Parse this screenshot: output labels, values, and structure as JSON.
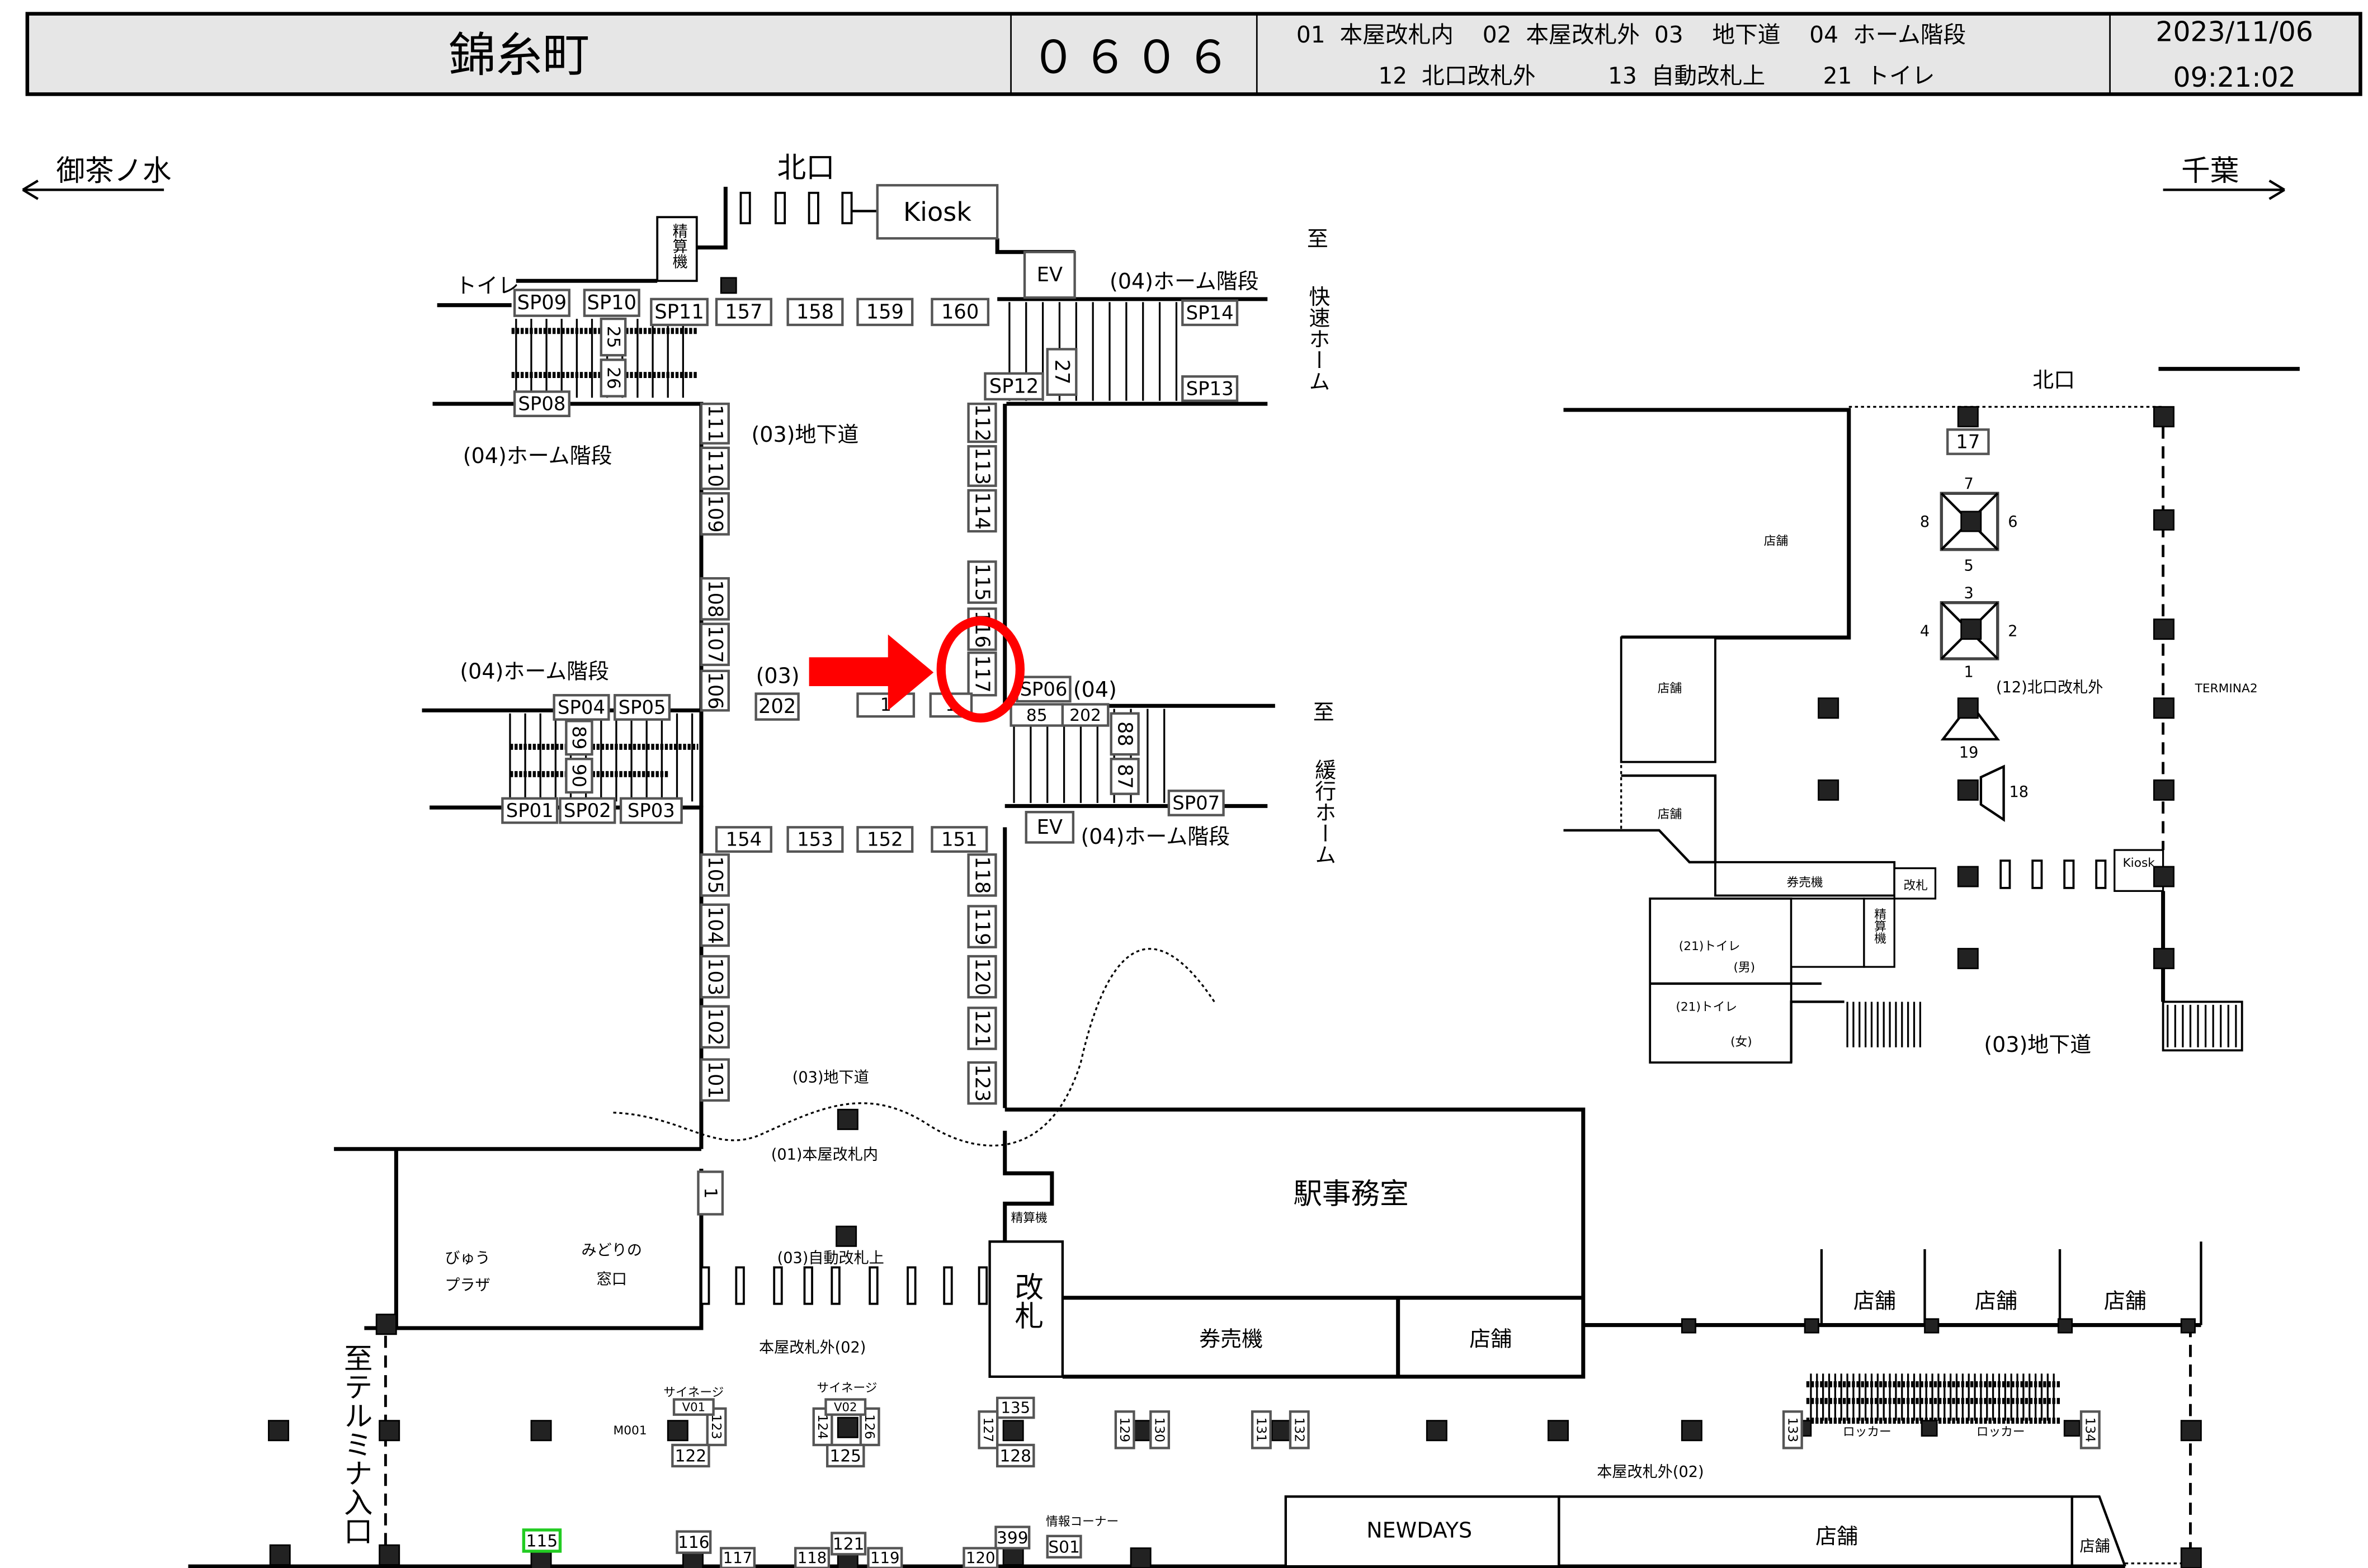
{
  "header": {
    "station_name": "錦糸町",
    "station_code": "０６０６",
    "legend_line1": "01  本屋改札内    02  本屋改札外  03    地下道    04  ホーム階段",
    "legend_line2": "12  北口改札外          13  自動改札上        21  トイレ",
    "date": "2023/11/06",
    "time": "09:21:02"
  },
  "directions": {
    "left": "御茶ノ水",
    "right": "千葉",
    "to_terminal": "至テルミナ入口",
    "rapid_to": "至",
    "rapid_platform": "快速ホーム",
    "local_to": "至",
    "local_platform": "緩行ホーム"
  },
  "labels": {
    "north_exit": "北口",
    "north_exit_right": "北口",
    "toilet": "トイレ",
    "fare_adjust": "精算機",
    "stairs_04_top_right": "(04)ホーム階段",
    "stairs_04_left_upper": "(04)ホーム階段",
    "stairs_04_left_lower": "(04)ホーム階段",
    "stairs_04_bottom_right": "(04)ホーム階段",
    "underpass_03_upper": "(03)地下道",
    "underpass_03_mid": "(03)",
    "sp06_04": "(04)",
    "underpass_03_lower": "(03)地下道",
    "main_gate_inside": "(01)本屋改札内",
    "auto_gate_upper": "(03)自動改札上",
    "main_gate_outside": "本屋改札外(02)",
    "main_gate_outside_2": "本屋改札外(02)",
    "station_office": "駅事務室",
    "ticket_gate": "改札",
    "ticket_machines": "券売機",
    "shop": "店舗",
    "shop_a": "店舗",
    "shop_b": "店舗",
    "shop_c": "店舗",
    "shop_d": "店舗",
    "shop_e": "店舗",
    "view_plaza": "びゅうプラザ",
    "view_plaza_1": "びゅう",
    "view_plaza_2": "プラザ",
    "midori_1": "みどりの",
    "midori_2": "窓口",
    "signage": "サイネージ",
    "signage_2": "サイネージ",
    "m001": "M001",
    "info_corner": "情報コーナー",
    "newdays": "NEWDAYS",
    "locker": "ロッカー",
    "locker_2": "ロッカー",
    "north_shop_1": "店舗",
    "north_shop_2": "店舗",
    "north_shop_3": "店舗",
    "north_ticket_machines": "券売機",
    "north_gate": "改札",
    "north_fare_adjust": "精算機",
    "toilet_m_1": "(21)トイレ",
    "toilet_m_2": "(男)",
    "toilet_f_1": "(21)トイレ",
    "toilet_f_2": "(女)",
    "north_gate_outside": "(12)北口改札外",
    "termina2": "TERMINA2",
    "north_underpass": "(03)地下道",
    "north_kiosk": "Kiosk",
    "pillar_7": "7",
    "pillar_8": "8",
    "pillar_6": "6",
    "pillar_5": "5",
    "pillar_3": "3",
    "pillar_4": "4",
    "pillar_2": "2",
    "pillar_1": "1",
    "pillar_19": "19",
    "pillar_18": "18"
  },
  "boxes": [
    "SP09",
    "SP10",
    "SP11",
    "157",
    "158",
    "159",
    "160",
    "SP14",
    "SP12",
    "27",
    "SP13",
    "25",
    "26",
    "SP08",
    "111",
    "110",
    "109",
    "108",
    "107",
    "106",
    "112",
    "113",
    "114",
    "115",
    "116",
    "117",
    "202",
    "1",
    "1",
    "SP04",
    "SP05",
    "89",
    "90",
    "SP01",
    "SP02",
    "SP03",
    "SP06",
    "85",
    "202",
    "88",
    "87",
    "SP07",
    "EV",
    "EV",
    "154",
    "153",
    "152",
    "151",
    "105",
    "104",
    "103",
    "102",
    "101",
    "118",
    "119",
    "120",
    "121",
    "123",
    "Kiosk",
    "1",
    "123",
    "122",
    "V01",
    "124",
    "126",
    "125",
    "V02",
    "135",
    "127",
    "128",
    "129",
    "130",
    "131",
    "132",
    "133",
    "134",
    "115",
    "116",
    "117",
    "118",
    "121",
    "119",
    "120",
    "399",
    "S01",
    "17"
  ],
  "highlight": {
    "box_index": 25,
    "marker_color": "#ff0000",
    "selected_color": "#22cc22"
  },
  "colors": {
    "header_bg": "#e6e6e6",
    "marker": "#ff0000"
  }
}
